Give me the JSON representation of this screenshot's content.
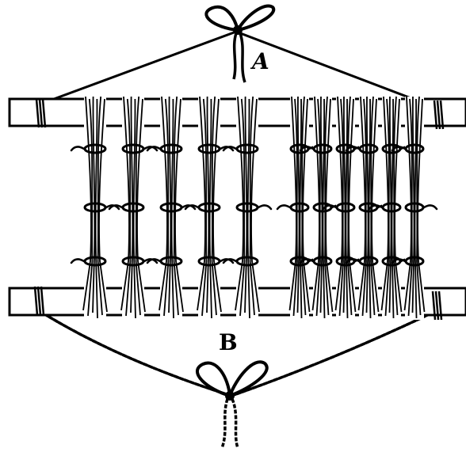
{
  "labels": {
    "top_knot": "A",
    "bottom_knot": "B"
  },
  "colors": {
    "ink": "#000000",
    "paper": "#ffffff"
  },
  "diagram": {
    "bundle_count": 11,
    "ties_per_bundle": 3
  }
}
